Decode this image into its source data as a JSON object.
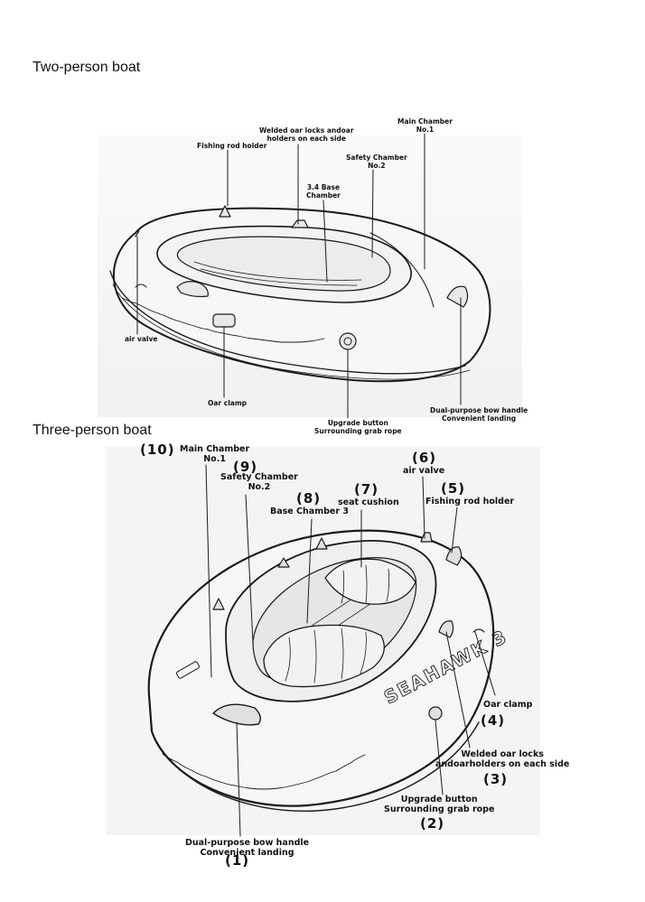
{
  "headings": {
    "two_person": "Two-person boat",
    "three_person": "Three-person boat"
  },
  "two_person_labels": {
    "oarlocks": [
      "Welded oar locks andoar",
      "holders on each side"
    ],
    "main_chamber": [
      "Main Chamber",
      "No.1"
    ],
    "fishing_rod": [
      "Fishing rod holder"
    ],
    "safety_chamber": [
      "Safety Chamber",
      "No.2"
    ],
    "base_chamber": [
      "3.4 Base",
      "Chamber"
    ],
    "air_valve": [
      "air valve"
    ],
    "oar_clamp": [
      "Oar clamp"
    ],
    "upgrade_button": [
      "Upgrade button",
      "Surrounding grab rope"
    ],
    "bow_handle": [
      "Dual-purpose bow handle",
      "Convenient landing"
    ]
  },
  "three_person_labels": {
    "main_chamber": {
      "number": "(10)",
      "text": [
        "Main Chamber",
        "No.1"
      ]
    },
    "safety_chamber": {
      "number": "(9)",
      "text": [
        "Safety Chamber",
        "No.2"
      ]
    },
    "base_chamber": {
      "number": "(8)",
      "text": [
        "Base Chamber 3"
      ]
    },
    "seat_cushion": {
      "number": "(7)",
      "text": [
        "seat cushion"
      ]
    },
    "air_valve": {
      "number": "(6)",
      "text": [
        "air valve"
      ]
    },
    "fishing_rod": {
      "number": "(5)",
      "text": [
        "Fishing rod holder"
      ]
    },
    "oar_clamp": {
      "number": "(4)",
      "text": [
        "Oar clamp"
      ]
    },
    "oarlocks": {
      "number": "(3)",
      "text": [
        "Welded oar locks",
        "andoarholders on each side"
      ]
    },
    "upgrade_button": {
      "number": "(2)",
      "text": [
        "Upgrade button",
        "Surrounding grab rope"
      ]
    },
    "bow_handle": {
      "number": "(1)",
      "text": [
        "Dual-purpose bow handle",
        "Convenient landing"
      ]
    }
  },
  "hull_text": "SEAHAWK 3"
}
